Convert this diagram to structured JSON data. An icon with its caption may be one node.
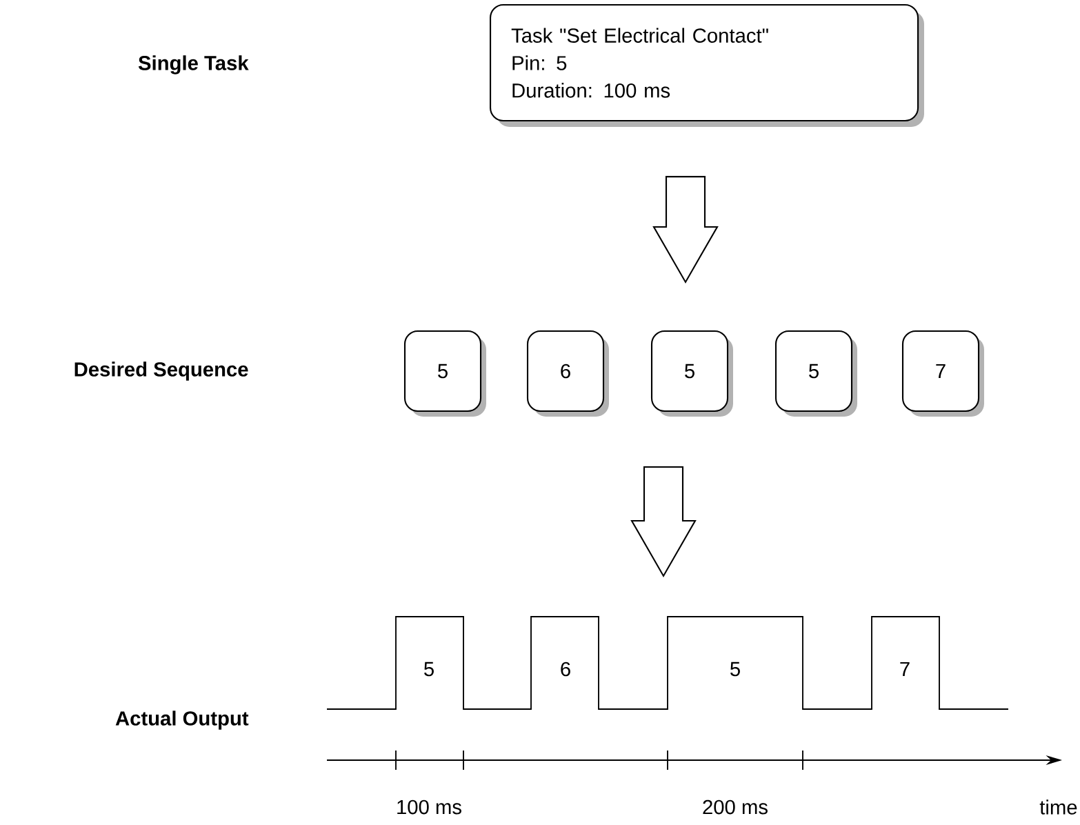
{
  "diagram": {
    "nodes": [
      {
        "text": [
          "Task \"Set Electrical Contact\"",
          "Pin: 5",
          "Duration: 100 ms"
        ]
      },
      {
        "text": [
          "5"
        ]
      },
      {
        "text": [
          "6"
        ]
      },
      {
        "text": [
          "5"
        ]
      },
      {
        "text": [
          "5"
        ]
      },
      {
        "text": [
          "7"
        ]
      },
      {
        "text": [],
        "shape": "picture"
      }
    ],
    "edges": [
      {
        "from": 0,
        "to": 3,
        "arrow": "to"
      },
      {
        "from": 3,
        "to": 6,
        "arrow": "to"
      }
    ],
    "labels": [
      "Single Task",
      "Desired Sequence",
      "5",
      "6",
      "5",
      "7",
      "Actual Output",
      "100 ms",
      "200 ms",
      "time"
    ]
  }
}
